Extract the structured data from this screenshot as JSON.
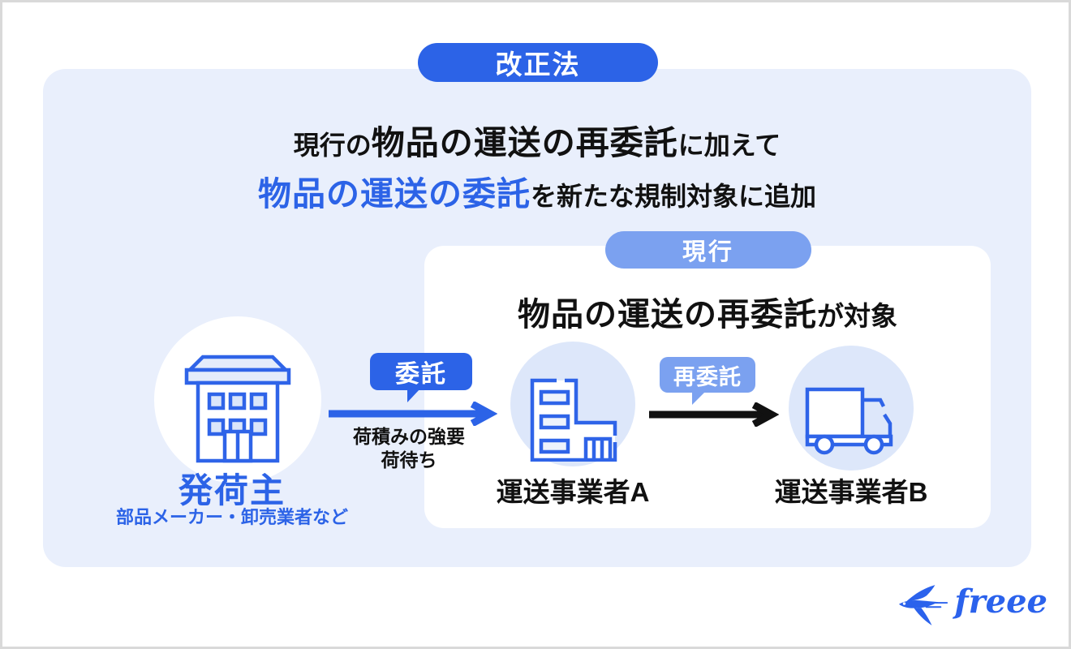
{
  "badges": {
    "revised": "改正法",
    "current": "現行",
    "consign": "委託",
    "reconsign": "再委託"
  },
  "headline": {
    "line1_prefix": "現行の",
    "line1_emphasis": "物品の運送の再委託",
    "line1_suffix": "に加えて",
    "line2_emphasis": "物品の運送の委託",
    "line2_suffix": "を新たな規制対象に追加"
  },
  "current_box": {
    "title_emphasis": "物品の運送の再委託",
    "title_suffix": "が対象"
  },
  "entities": {
    "shipper": {
      "label": "発荷主",
      "sublabel": "部品メーカー・卸売業者など",
      "icon": "office-building-icon"
    },
    "carrier_a": {
      "label": "運送事業者A",
      "icon": "carrier-building-icon"
    },
    "carrier_b": {
      "label": "運送事業者B",
      "icon": "truck-icon"
    }
  },
  "flow": {
    "note_line1": "荷積みの強要",
    "note_line2": "荷待ち"
  },
  "logo": {
    "text": "freee",
    "icon": "swallow-logo-icon"
  },
  "colors": {
    "accent_blue": "#2c63e7",
    "light_blue_badge": "#7ba1f0",
    "panel_background": "#e9effc",
    "entity_circle": "#dde7fa",
    "logo_blue": "#2b62ec",
    "text_black": "#111111",
    "frame_border": "#d9d9d9"
  }
}
